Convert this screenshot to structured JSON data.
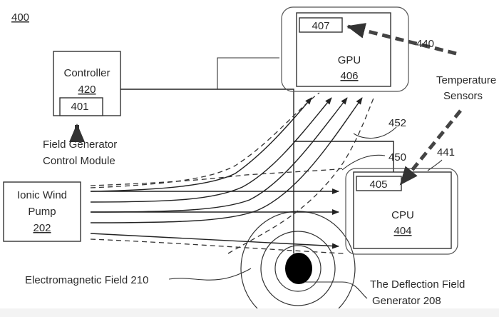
{
  "figure": {
    "figure_ref": "400",
    "colors": {
      "line": "#222222",
      "background": "#ffffff",
      "sensor_arrow": "#444444"
    }
  },
  "components": {
    "controller": {
      "label": "Controller",
      "ref": "420"
    },
    "control_module_box": {
      "ref": "401"
    },
    "control_module_caption": {
      "line1": "Field Generator",
      "line2": "Control Module"
    },
    "gpu": {
      "label": "GPU",
      "ref": "406"
    },
    "gpu_sensor": {
      "ref": "407"
    },
    "cpu": {
      "label": "CPU",
      "ref": "404"
    },
    "cpu_sensor": {
      "ref": "405"
    },
    "pump": {
      "line1": "Ionic Wind",
      "line2": "Pump",
      "ref": "202"
    }
  },
  "annotations": {
    "gpu_enclosure_ref": "440",
    "cpu_enclosure_ref": "441",
    "wire_452": "452",
    "wire_450": "450",
    "temperature_sensors": {
      "line1": "Temperature",
      "line2": "Sensors"
    },
    "em_field": "Electromagnetic Field 210",
    "deflection_generator": {
      "line1": "The Deflection Field",
      "line2": "Generator 208"
    }
  }
}
